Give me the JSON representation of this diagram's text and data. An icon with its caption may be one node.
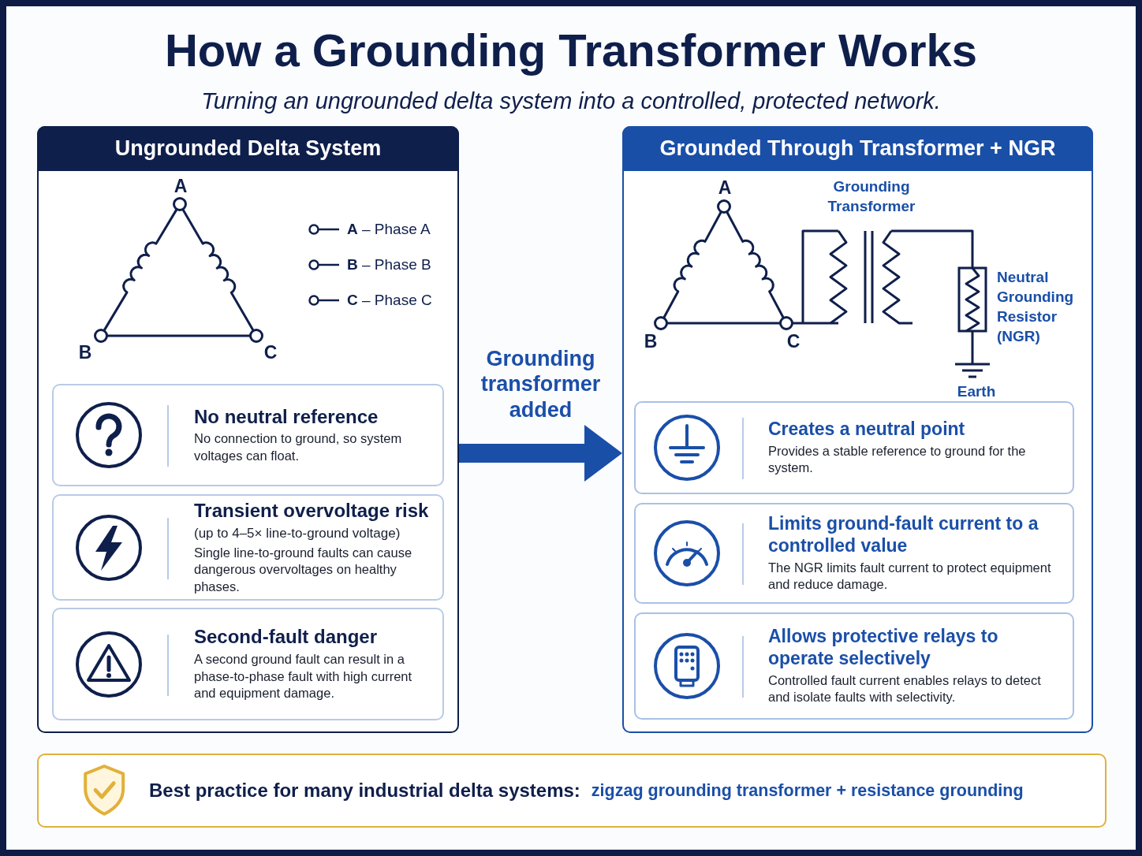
{
  "diagram": {
    "title": "How a Grounding Transformer Works",
    "nodes": [
      {
        "text": [
          "Ungrounded Delta System"
        ]
      },
      {
        "text": [
          "No neutral reference",
          "No connection to ground, so system voltages can float."
        ],
        "in": 0
      },
      {
        "text": [
          "Transient overvoltage risk",
          "(up to 4–5× line-to-ground voltage)",
          "Single line-to-ground faults can cause dangerous overvoltages on healthy phases."
        ],
        "in": 0
      },
      {
        "text": [
          "Second-fault danger",
          "A second ground fault can result in a phase-to-phase fault with high current and equipment damage."
        ],
        "in": 0
      },
      {
        "text": [
          "Grounded Through Transformer + NGR"
        ]
      },
      {
        "text": [
          "Creates a neutral point",
          "Provides a stable reference to ground for the system."
        ],
        "in": 4
      },
      {
        "text": [
          "Limits ground-fault current to a controlled value",
          "The NGR limits fault current to protect equipment and reduce damage."
        ],
        "in": 4
      },
      {
        "text": [
          "Allows protective relays to operate selectively",
          "Controlled fault current enables relays to detect and isolate faults with selectivity."
        ],
        "in": 4
      },
      {
        "text": [
          "Best practice for many industrial delta systems:",
          "zigzag grounding transformer + resistance grounding"
        ]
      }
    ],
    "edges": [
      {
        "from": 0,
        "to": 4,
        "arrow": "to",
        "label": "Grounding transformer added"
      }
    ],
    "labels": [
      "Turning an ungrounded delta system into a controlled, protected network.",
      "A",
      "B",
      "C",
      "A",
      "Grounding Transformer",
      "Neutral Grounding Resistor (NGR)",
      "B",
      "C",
      "Earth"
    ],
    "legend": [
      {
        "text": "**A** – Phase A"
      },
      {
        "text": "**B** – Phase B"
      },
      {
        "text": "**C** – Phase C"
      }
    ]
  }
}
